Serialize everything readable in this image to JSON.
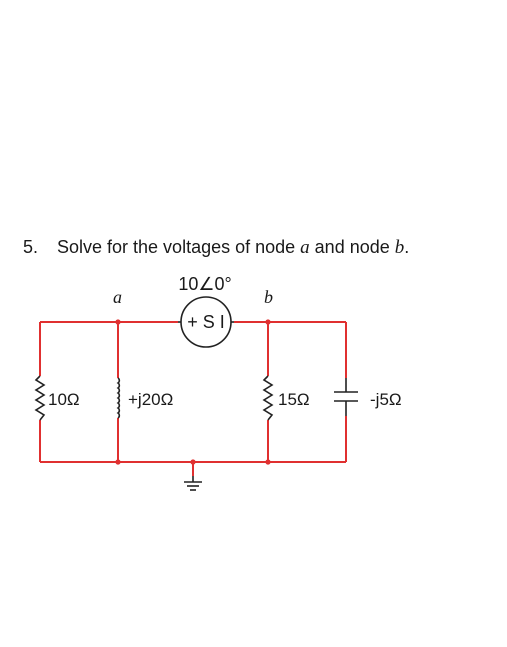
{
  "problem": {
    "number": "5.",
    "text_before": "Solve for the voltages of node ",
    "node_a": "a",
    "text_middle": " and node ",
    "node_b": "b",
    "text_after": "."
  },
  "circuit": {
    "source_label": "10∠0°",
    "source_symbol": "+ S I",
    "node_a_label": "a",
    "node_b_label": "b",
    "r1_label": "10Ω",
    "l1_label": "+j20Ω",
    "r2_label": "15Ω",
    "c1_label": "-j5Ω",
    "wire_color": "#e03030",
    "component_color": "#222222"
  }
}
